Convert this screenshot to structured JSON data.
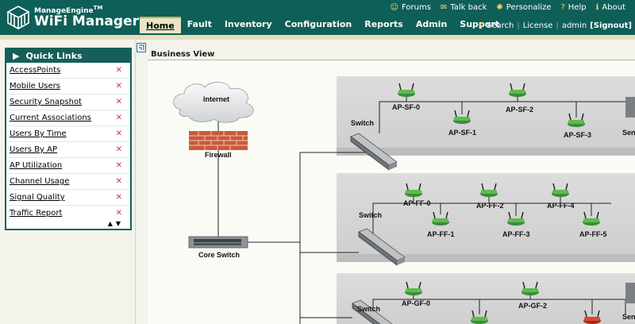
{
  "app": {
    "brand_small": "ManageEngine",
    "tm": "TM",
    "brand_big": "WiFi Manager"
  },
  "toplinks": [
    {
      "label": "Forums",
      "icon": "forums-icon"
    },
    {
      "label": "Talk back",
      "icon": "mail-icon"
    },
    {
      "label": "Personalize",
      "icon": "gear-icon"
    },
    {
      "label": "Help",
      "icon": "help-icon"
    },
    {
      "label": "About",
      "icon": "info-icon"
    }
  ],
  "menu": [
    "Home",
    "Fault",
    "Inventory",
    "Configuration",
    "Reports",
    "Admin",
    "Support"
  ],
  "rightlinks": {
    "search": "Search",
    "license": "License",
    "user": "admin",
    "signout": "[Signout]"
  },
  "quicklinks": {
    "title": "Quick Links",
    "items": [
      "AccessPoints",
      "Mobile Users",
      "Security Snapshot",
      "Current Associations",
      "Users By Time",
      "Users By AP",
      "AP Utilization",
      "Channel Usage",
      "Signal Quality",
      "Traffic Report"
    ]
  },
  "view": {
    "title": "Business View"
  },
  "diagram": {
    "internet": "Internet",
    "firewall": "Firewall",
    "core_switch": "Core Switch",
    "switch": "Switch",
    "sensor_partial": "Sen",
    "floor1": [
      "AP-SF-0",
      "AP-SF-1",
      "AP-SF-2",
      "AP-SF-3"
    ],
    "floor2": [
      "AP-FF-0",
      "AP-FF-1",
      "AP-FF-2",
      "AP-FF-3",
      "AP-FF-4",
      "AP-FF-5"
    ],
    "floor3": [
      "AP-GF-0",
      "AP-GF-2"
    ]
  },
  "colors": {
    "topbar": "#0e5f57",
    "panel": "#155f58",
    "ap_green": "#3aa83a",
    "ap_red": "#d23b2a"
  }
}
